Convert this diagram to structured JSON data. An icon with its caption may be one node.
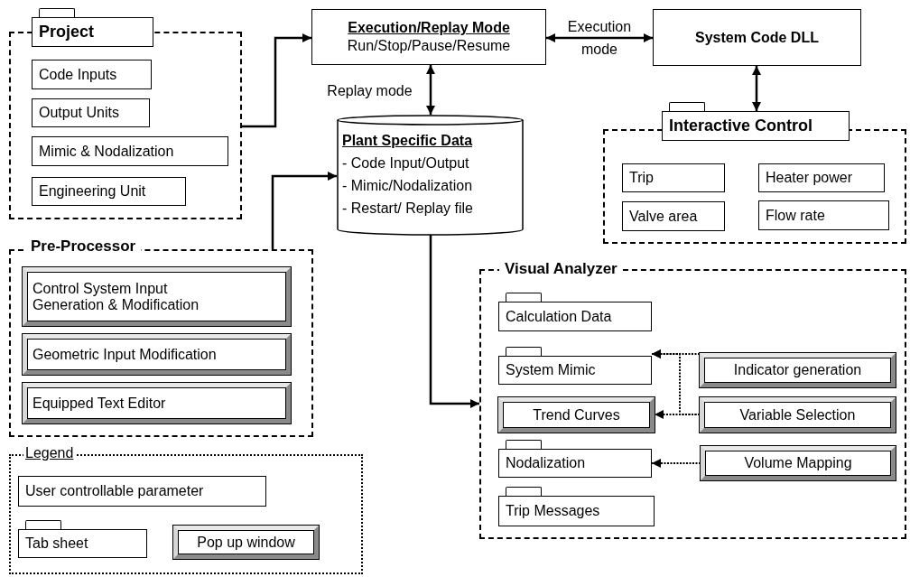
{
  "diagram": {
    "nodes": [
      {
        "text": [
          "Project"
        ]
      },
      {
        "text": [],
        "shape": "box"
      },
      {
        "text": [
          "Code Inputs"
        ],
        "in": 1
      },
      {
        "text": [
          "Output Units"
        ],
        "in": 1
      },
      {
        "text": [
          "Mimic & Nodalization"
        ],
        "in": 1
      },
      {
        "text": [
          "Engineering Unit"
        ],
        "in": 1
      },
      {
        "text": [
          "Execution/Replay Mode",
          "Run/Stop/Pause/Resume"
        ]
      },
      {
        "text": [
          "System Code DLL"
        ]
      },
      {
        "text": [
          "Plant Specific Data",
          "- Code Input/Output",
          "- Mimic/Nodalization",
          "- Restart/ Replay file"
        ]
      },
      {
        "text": [
          "Interactive Control"
        ]
      },
      {
        "text": [],
        "shape": "box"
      },
      {
        "text": [
          "Trip"
        ],
        "in": 10
      },
      {
        "text": [
          "Heater power"
        ],
        "in": 10
      },
      {
        "text": [
          "Valve area"
        ],
        "in": 10
      },
      {
        "text": [
          "Flow rate"
        ],
        "in": 10
      },
      {
        "text": [
          "Pre-Processor"
        ]
      },
      {
        "text": [
          "Control System Input Generation & Modification"
        ],
        "in": 15
      },
      {
        "text": [
          "Geometric Input Modification"
        ],
        "in": 15
      },
      {
        "text": [
          "Equipped Text Editor"
        ],
        "in": 15
      },
      {
        "text": [
          "Visual Analyzer"
        ]
      },
      {
        "text": [
          "Calculation Data"
        ],
        "in": 19
      },
      {
        "text": [
          "System Mimic"
        ],
        "in": 19
      },
      {
        "text": [
          "Indicator generation"
        ],
        "in": 19
      },
      {
        "text": [
          "Trend Curves"
        ],
        "in": 19
      },
      {
        "text": [
          "Variable Selection"
        ],
        "in": 19
      },
      {
        "text": [
          "Nodalization"
        ],
        "in": 19
      },
      {
        "text": [
          "Volume Mapping"
        ],
        "in": 19
      },
      {
        "text": [
          "Trip Messages"
        ],
        "in": 19
      }
    ],
    "edges": [
      {
        "from": 1,
        "to": 6,
        "arrow": "to"
      },
      {
        "from": 6,
        "to": 8,
        "arrow": "both",
        "label": "Replay mode"
      },
      {
        "from": 6,
        "to": 7,
        "arrow": "both",
        "label": "Execution mode"
      },
      {
        "from": 7,
        "to": 9,
        "arrow": "both"
      },
      {
        "from": 15,
        "to": 8,
        "arrow": "to"
      },
      {
        "from": 8,
        "to": 19,
        "arrow": "to"
      },
      {
        "from": 22,
        "to": 21,
        "arrow": "to",
        "style": "dashed"
      },
      {
        "from": 24,
        "to": 23,
        "arrow": "to",
        "style": "dashed"
      },
      {
        "from": 24,
        "to": 21,
        "arrow": "to",
        "style": "dashed"
      },
      {
        "from": 26,
        "to": 25,
        "arrow": "to",
        "style": "dashed"
      }
    ],
    "labels": [
      "Legend"
    ],
    "legend": [
      {
        "text": "User controllable parameter"
      },
      {
        "text": "Tab sheet"
      },
      {
        "text": "Pop up window"
      }
    ]
  }
}
